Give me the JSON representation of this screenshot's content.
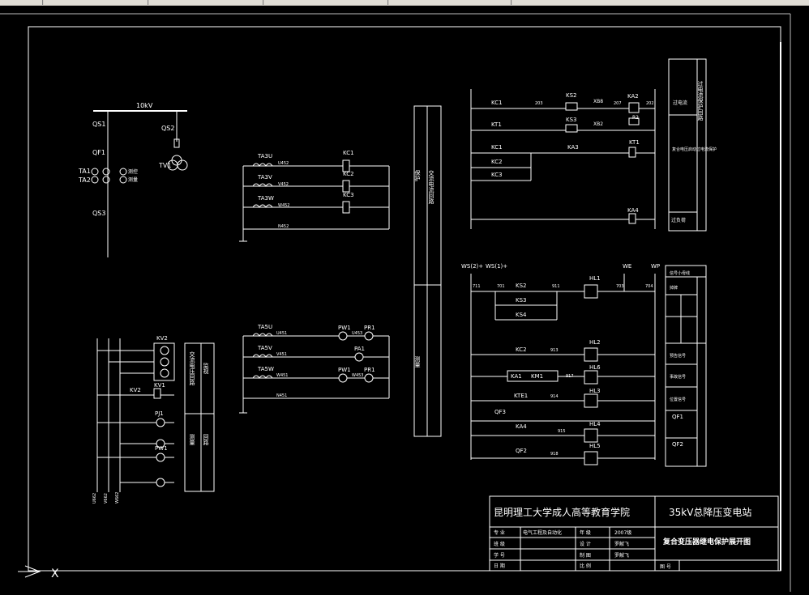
{
  "toolbar": {
    "segments": [
      "",
      "",
      "",
      "",
      "",
      ""
    ]
  },
  "drawing": {
    "bus_label": "10kV",
    "primary": {
      "qs1": "QS1",
      "qs2": "QS2",
      "qf1": "QF1",
      "qs3": "QS3",
      "ta1": "TA1",
      "ta2": "TA2",
      "tv1": "TV1",
      "note_a": "测控",
      "note_b": "测量"
    },
    "ct_circuit": {
      "ta3u": "TA3U",
      "ta3v": "TA3V",
      "ta3w": "TA3W",
      "kc1": "KC1",
      "kc2": "KC2",
      "kc3": "KC3",
      "w1": "U452",
      "w2": "V452",
      "w3": "W452",
      "w4": "N452"
    },
    "meter_circuit": {
      "ta5u": "TA5U",
      "ta5v": "TA5V",
      "ta5w": "TA5W",
      "pw1a": "PW1",
      "pr1a": "PR1",
      "pa1": "PA1",
      "pw1b": "PW1",
      "pr1b": "PR1",
      "w1": "U451",
      "w2": "V451",
      "w3": "W451",
      "w4": "N451",
      "w5": "U453",
      "w6": "W453"
    },
    "voltage_circuit": {
      "kv2": "KV2",
      "kv2b": "KV2",
      "kv1": "KV1",
      "pj1": "PJ1",
      "pw1": "PW1",
      "b1": "U662",
      "b2": "V662",
      "b3": "W662",
      "side_a": "交流电压回路",
      "side_b": "测量",
      "side_c": "监视",
      "side_d": "回路"
    },
    "center_column": {
      "a": "保护",
      "b": "交流电流回路",
      "c": "测量"
    },
    "protection_circuit": {
      "kc1": "KC1",
      "kt1": "KT1",
      "kc1b": "KC1",
      "kc2": "KC2",
      "kc3": "KC3",
      "ks2": "KS2",
      "ks3": "KS3",
      "ka3": "KA3",
      "ka2": "KA2",
      "kt1b": "KT1",
      "ka4": "KA4",
      "xb8": "XB8",
      "xb2": "XB2",
      "r2": "R2",
      "n203": "203",
      "n207": "207",
      "n202": "202",
      "right_a": "过电流",
      "right_b": "复合电压启动过电流保护",
      "right_c": "过负荷",
      "right_title": "过电流保护回路"
    },
    "signal_circuit": {
      "ws2": "WS(2)+",
      "ws1": "WS(1)+",
      "we": "WE",
      "wp": "WP",
      "n711": "711",
      "n701": "701",
      "n911": "911",
      "n703": "703",
      "n704": "704",
      "n913": "913",
      "n917": "917",
      "n914": "914",
      "n915": "915",
      "n918": "918",
      "ks2": "KS2",
      "ks3": "KS3",
      "ks4": "KS4",
      "kc2": "KC2",
      "ka1": "KA1",
      "km1": "KM1",
      "kt1": "KTE1",
      "qf3": "QF3",
      "ka4": "KA4",
      "qf2": "QF2",
      "hl1": "HL1",
      "hl2": "HL2",
      "hl6": "HL6",
      "hl3": "HL3",
      "hl4": "HL4",
      "hl5": "HL5",
      "legend_title": "信号小母线",
      "legend_1": "掉牌",
      "legend_2": "预告信号",
      "legend_3": "事故信号",
      "legend_4": "位置信号",
      "legend_5": "QF1",
      "legend_6": "QF2"
    },
    "title_block": {
      "school": "昆明理工大学成人高等教育学院",
      "project": "35kV总降压变电站",
      "drawing_title": "复合变压器继电保护展开图",
      "r1c1": "专 业",
      "r1c2": "电气工程及自动化",
      "r1c3": "年 级",
      "r1c4": "2007级",
      "r2c1": "班 级",
      "r2c3": "设 计",
      "r2c4": "罗献飞",
      "r3c1": "学 号",
      "r3c3": "制 图",
      "r3c4": "罗献飞",
      "r4c1": "日 期",
      "r4c3": "比 例",
      "sheet": "图 号"
    },
    "ucs": {
      "x": "X"
    }
  }
}
